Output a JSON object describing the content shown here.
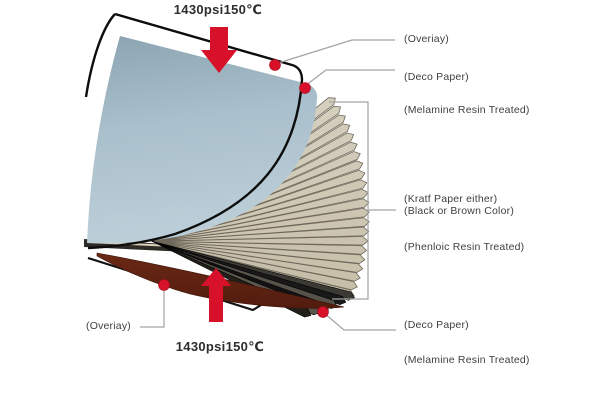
{
  "diagram": {
    "top_pressure": "1430psi150℃",
    "bottom_pressure": "1430psi150℃",
    "labels": {
      "overlay_top": "(Overiay)",
      "deco_top": "(Deco Paper)",
      "melamine_top": "(Melamine Resin Treated)",
      "kraft_line1": "(Kratf Paper either)",
      "kraft_line2": "(Black or Brown Color)",
      "phenolic": "(Phenloic Resin Treated)",
      "deco_bottom": "(Deco Paper)",
      "melamine_bottom": "(Melamine Resin Treated)",
      "overlay_bottom": "(Overiay)"
    },
    "colors": {
      "accent_red": "#d8112a",
      "deco_blue": "#a9bfcb",
      "kraft_beige": "#cfc7b2",
      "deco_brown": "#5c2113",
      "leader_gray": "#a3a3a3",
      "text_gray": "#3f3f3f"
    }
  }
}
